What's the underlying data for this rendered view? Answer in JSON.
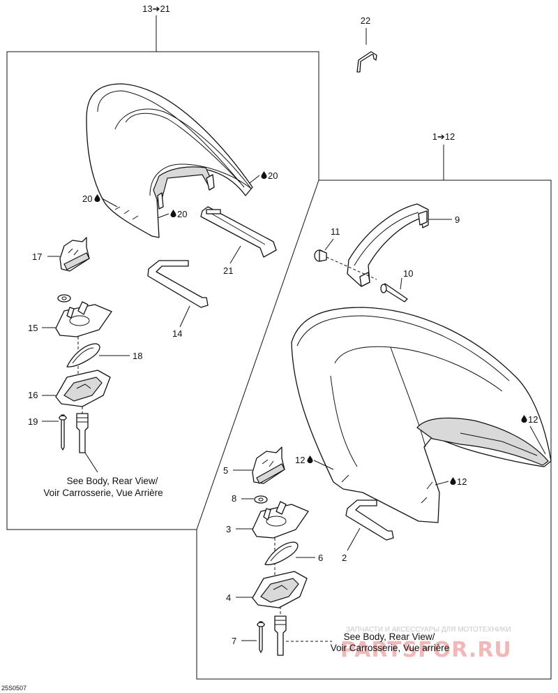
{
  "group_labels": {
    "top_left": "13➔21",
    "top_right": "1➔12",
    "part_22": "22"
  },
  "parts": {
    "p2": "2",
    "p3": "3",
    "p4": "4",
    "p5": "5",
    "p6": "6",
    "p7": "7",
    "p8": "8",
    "p9": "9",
    "p10": "10",
    "p11": "11",
    "p14": "14",
    "p15": "15",
    "p16": "16",
    "p17": "17",
    "p18": "18",
    "p19": "19",
    "p21": "21"
  },
  "lube_labels": {
    "l20a": "20",
    "l20b": "20",
    "l20c": "20",
    "l12a": "12",
    "l12b": "12",
    "l12c": "12"
  },
  "captions": {
    "left_line1": "See Body, Rear View/",
    "left_line2": "Voir Carrosserie, Vue Arrière",
    "right_line1": "See Body, Rear View/",
    "right_line2": "Voir Carrosserie, Vue arrière"
  },
  "watermark": {
    "line1": "ЗАПЧАСТИ И АКСЕССУАРЫ ДЛЯ МОТОТЕХНИКИ",
    "line2": "PARTSFOR.RU"
  },
  "diagram_code": "25S0507",
  "icons": [
    "oil-drop-icon"
  ]
}
